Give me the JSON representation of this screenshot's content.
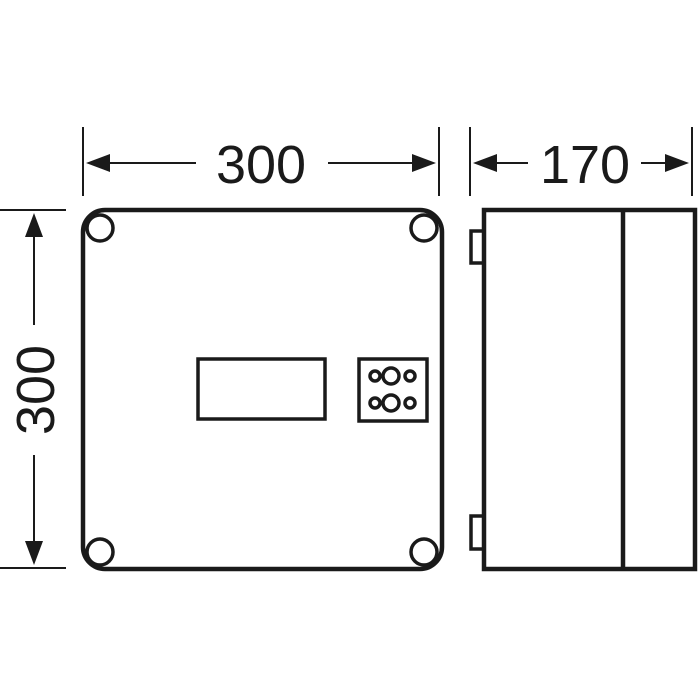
{
  "dimensions": {
    "front_width": "300",
    "front_height": "300",
    "side_depth": "170"
  },
  "colors": {
    "line": "#1a1a1a",
    "background": "#ffffff"
  }
}
